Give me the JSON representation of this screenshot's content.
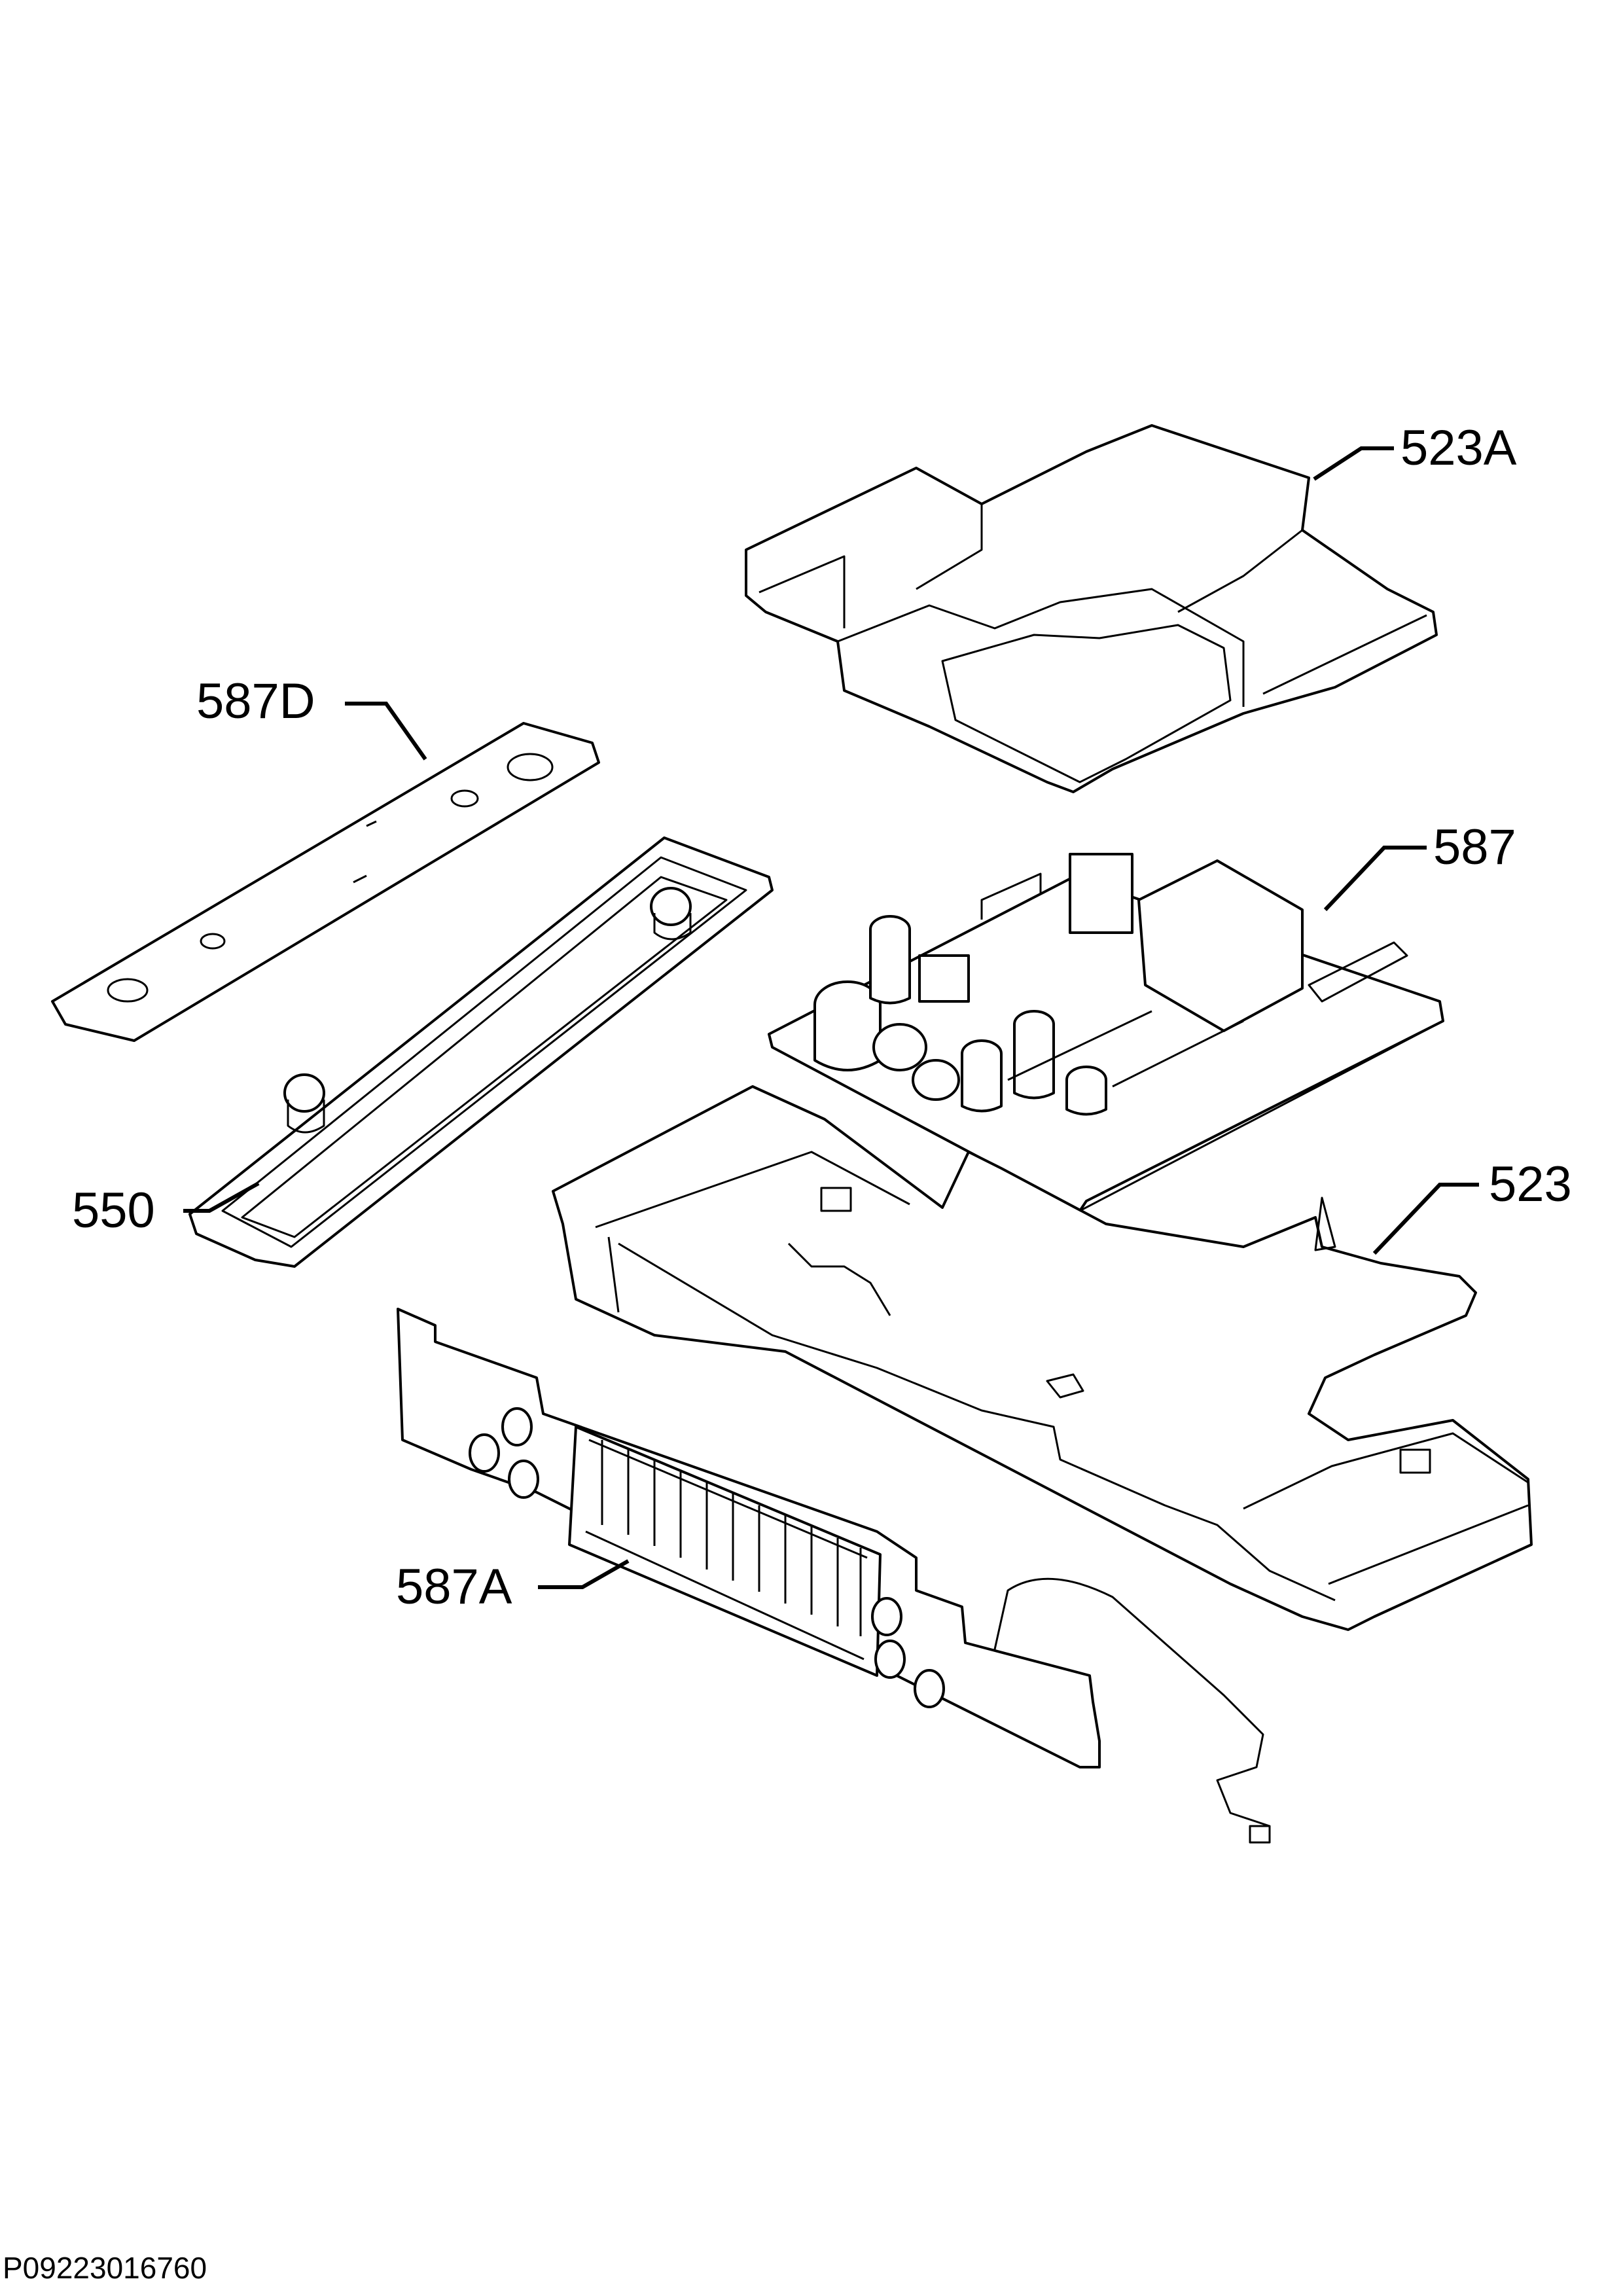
{
  "diagram": {
    "parts": [
      {
        "id": "523A",
        "label": "523A"
      },
      {
        "id": "587D",
        "label": "587D"
      },
      {
        "id": "587",
        "label": "587"
      },
      {
        "id": "550",
        "label": "550"
      },
      {
        "id": "523",
        "label": "523"
      },
      {
        "id": "587A",
        "label": "587A"
      }
    ],
    "drawing_id": "P09223016760"
  }
}
